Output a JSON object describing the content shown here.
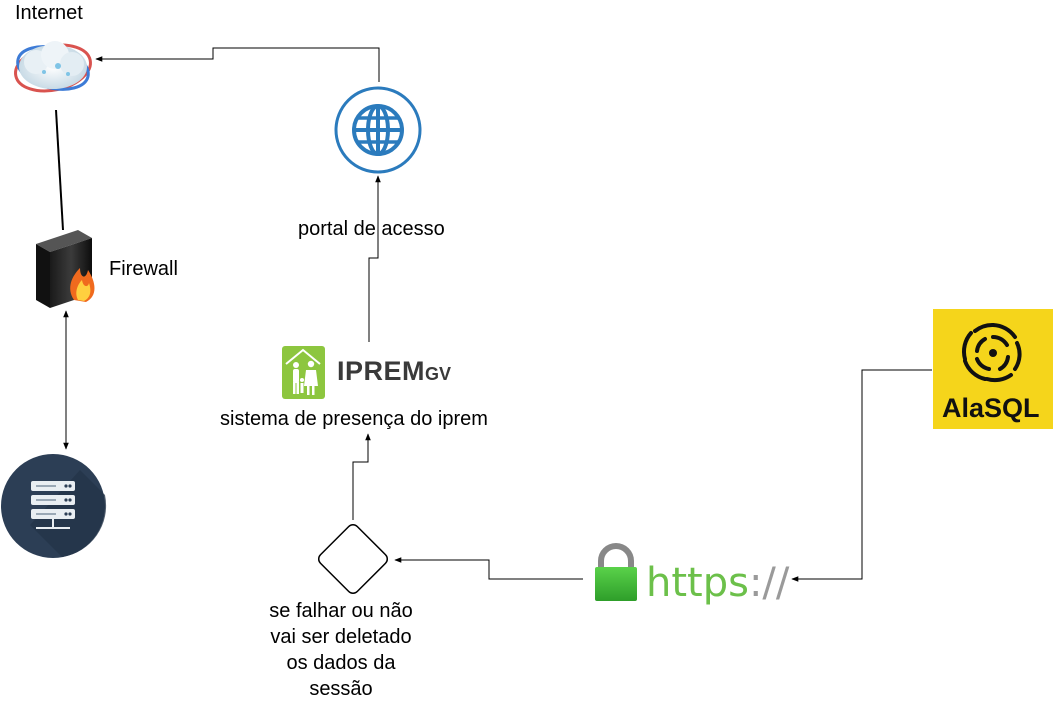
{
  "nodes": {
    "internet": {
      "label": "Internet"
    },
    "firewall": {
      "label": "Firewall"
    },
    "server": {
      "label": ""
    },
    "portal": {
      "label": "portal de acesso"
    },
    "iprem": {
      "logo_text": "IPREM",
      "logo_suffix": "GV",
      "label": "sistema de presença do iprem"
    },
    "decision": {
      "label": "se falhar ou não\nvai  ser deletado\nos dados da\nsessão"
    },
    "https": {
      "text": "https",
      "slashes": "://"
    },
    "alasql": {
      "logo_text": "AlaSQL"
    }
  },
  "icons": {
    "internet": "cloud-network-icon",
    "firewall": "firewall-server-icon",
    "server": "server-rack-icon",
    "portal": "globe-icon",
    "iprem": "family-house-logo-icon",
    "https": "padlock-icon",
    "alasql": "spiral-logo-icon"
  },
  "colors": {
    "portal_blue": "#2b7bbd",
    "iprem_green": "#8dc63f",
    "https_green": "#6cc04a",
    "alasql_yellow": "#f5d51b",
    "server_navy": "#2c3e55"
  }
}
